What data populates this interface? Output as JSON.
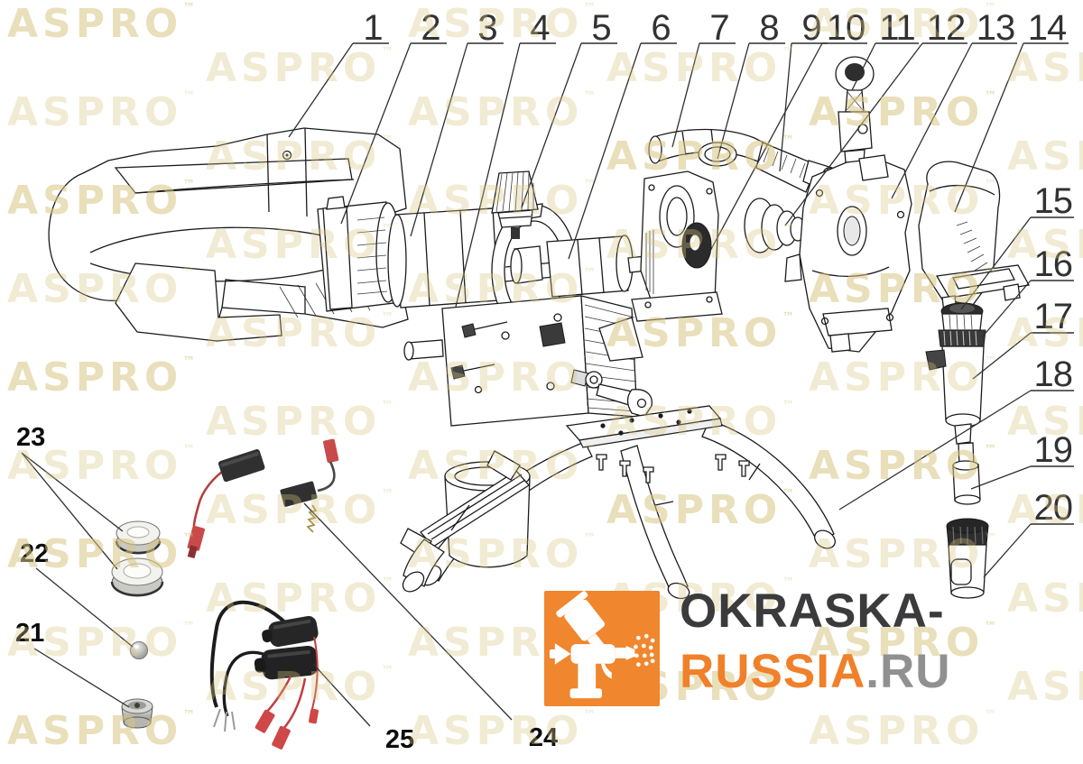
{
  "watermark": {
    "text": "ASPRO",
    "tm": "™",
    "color": "#d8c582"
  },
  "logo": {
    "line1": "OKRASKA-",
    "line2_orange": "RUSSIA",
    "line2_gray": ".RU",
    "colors": {
      "box_orange": "#F0862E",
      "dark_text": "#3B3B3D",
      "orange_text": "#F0802A",
      "gray_text": "#909090"
    }
  },
  "callouts": {
    "top": [
      "1",
      "2",
      "3",
      "4",
      "5",
      "6",
      "7",
      "8",
      "9",
      "10",
      "11",
      "12",
      "13",
      "14"
    ],
    "right": [
      "15",
      "16",
      "17",
      "18",
      "19",
      "20"
    ],
    "left": [
      "23",
      "22",
      "21"
    ],
    "bottom": [
      "25",
      "24"
    ]
  },
  "colors": {
    "background": "#ffffff",
    "line_art": "#1b1b1b",
    "leader": "#2f2f2f",
    "photo_red_wire": "#c23d3d",
    "photo_black_part": "#262626"
  }
}
